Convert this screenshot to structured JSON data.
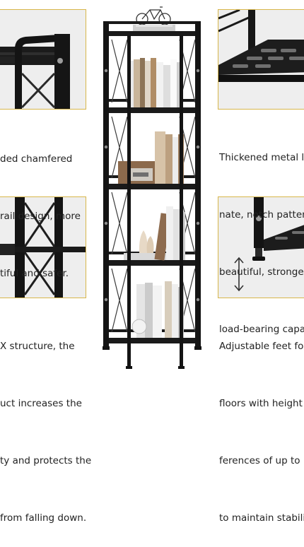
{
  "captions": {
    "top_left": [
      "ded chamfered",
      "rail design, more",
      "tiful and safer."
    ],
    "top_right": [
      "Thickened metal la",
      "nate, notch patter",
      "beautiful, stronge",
      "load-bearing capa"
    ],
    "bottom_left": [
      "X structure, the",
      "uct increases the",
      "ty and protects the",
      "from falling down."
    ],
    "bottom_right": [
      "Adjustable feet for",
      "floors with height",
      "ferences of up to",
      "to maintain stabili"
    ]
  },
  "colors": {
    "frame": "#161616",
    "panel_border": "#d8b64a",
    "panel_bg": "#f1f1f1",
    "caption_text": "#222222"
  },
  "icons": [
    "up-down-arrow-icon"
  ]
}
